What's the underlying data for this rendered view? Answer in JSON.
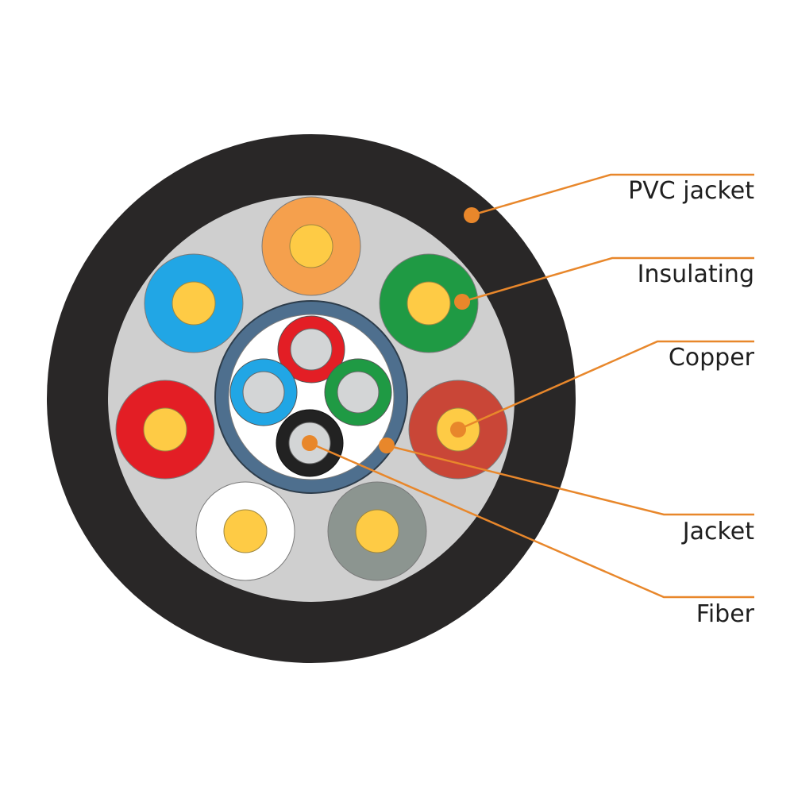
{
  "labels": {
    "pvc_jacket": "PVC jacket",
    "insulating": "Insulating",
    "copper": "Copper",
    "jacket": "Jacket",
    "fiber": "Fiber"
  },
  "colors": {
    "outer_jacket": "#292727",
    "filler": "#cfcfcf",
    "copper_core": "#fecb45",
    "leader": "#e8872b",
    "inner_tube": "#4e6f8e",
    "inner_fill": "#ffffff",
    "fiber_core": "#d3d5d6",
    "conductor_orange": "#f5a04d",
    "conductor_blue": "#21a6e5",
    "conductor_green": "#1f9a44",
    "conductor_red": "#e31e25",
    "conductor_brown": "#c94637",
    "conductor_white": "#ffffff",
    "conductor_gray": "#8c9590",
    "fiber_red": "#e31e25",
    "fiber_blue": "#21a6e5",
    "fiber_green": "#1f9a44",
    "fiber_black": "#222222"
  }
}
